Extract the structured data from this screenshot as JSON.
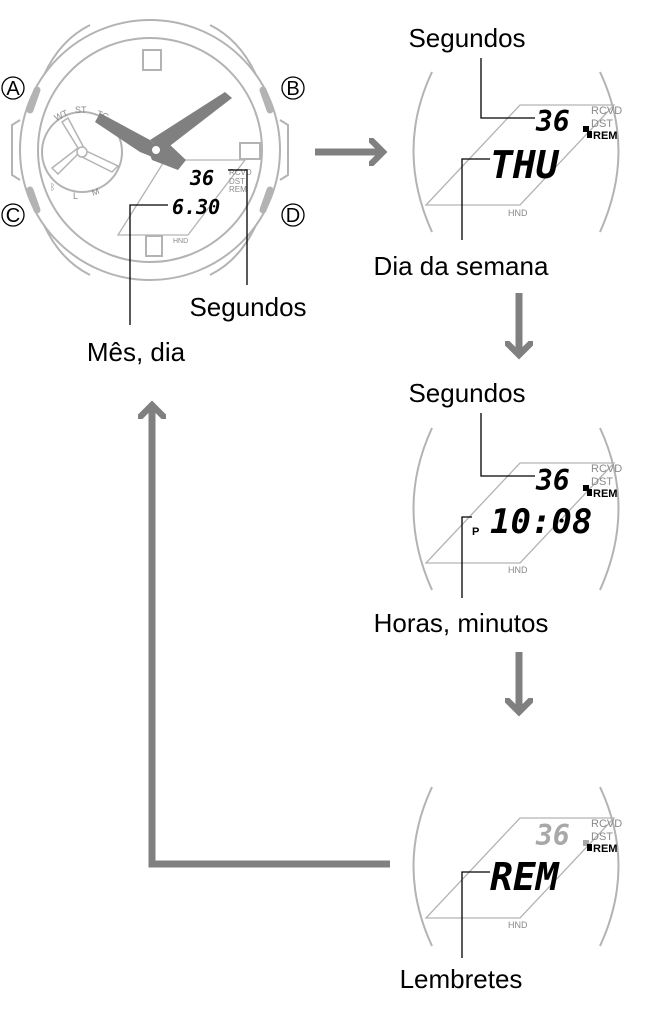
{
  "watch": {
    "buttons": {
      "a": "A",
      "b": "B",
      "c": "C",
      "d": "D"
    },
    "dial_marks": {
      "wt": "WT",
      "st": "ST",
      "tc": "TC",
      "l": "L",
      "m": "M"
    },
    "seconds": "36",
    "date": "6.30",
    "indicators": {
      "rcvd": "RCVD",
      "dst": "DST",
      "rem": "REM",
      "hnd": "HND"
    },
    "label_seconds": "Segundos",
    "label_month_day": "Mês, dia"
  },
  "screens": [
    {
      "top_label": "Segundos",
      "seconds": "36",
      "main": "THU",
      "bottom_label": "Dia da semana",
      "pm": ""
    },
    {
      "top_label": "Segundos",
      "seconds": "36",
      "main": "10:08",
      "bottom_label": "Horas, minutos",
      "pm": "P"
    },
    {
      "top_label": "",
      "seconds": "36",
      "main": "REM",
      "bottom_label": "Lembretes",
      "pm": ""
    }
  ],
  "indicators": {
    "rcvd": "RCVD",
    "dst": "DST",
    "rem": "REM",
    "hnd": "HND"
  },
  "colors": {
    "arrow": "#808080",
    "outline": "#b3b3b3",
    "lcd_gray": "#a8a8a8"
  }
}
